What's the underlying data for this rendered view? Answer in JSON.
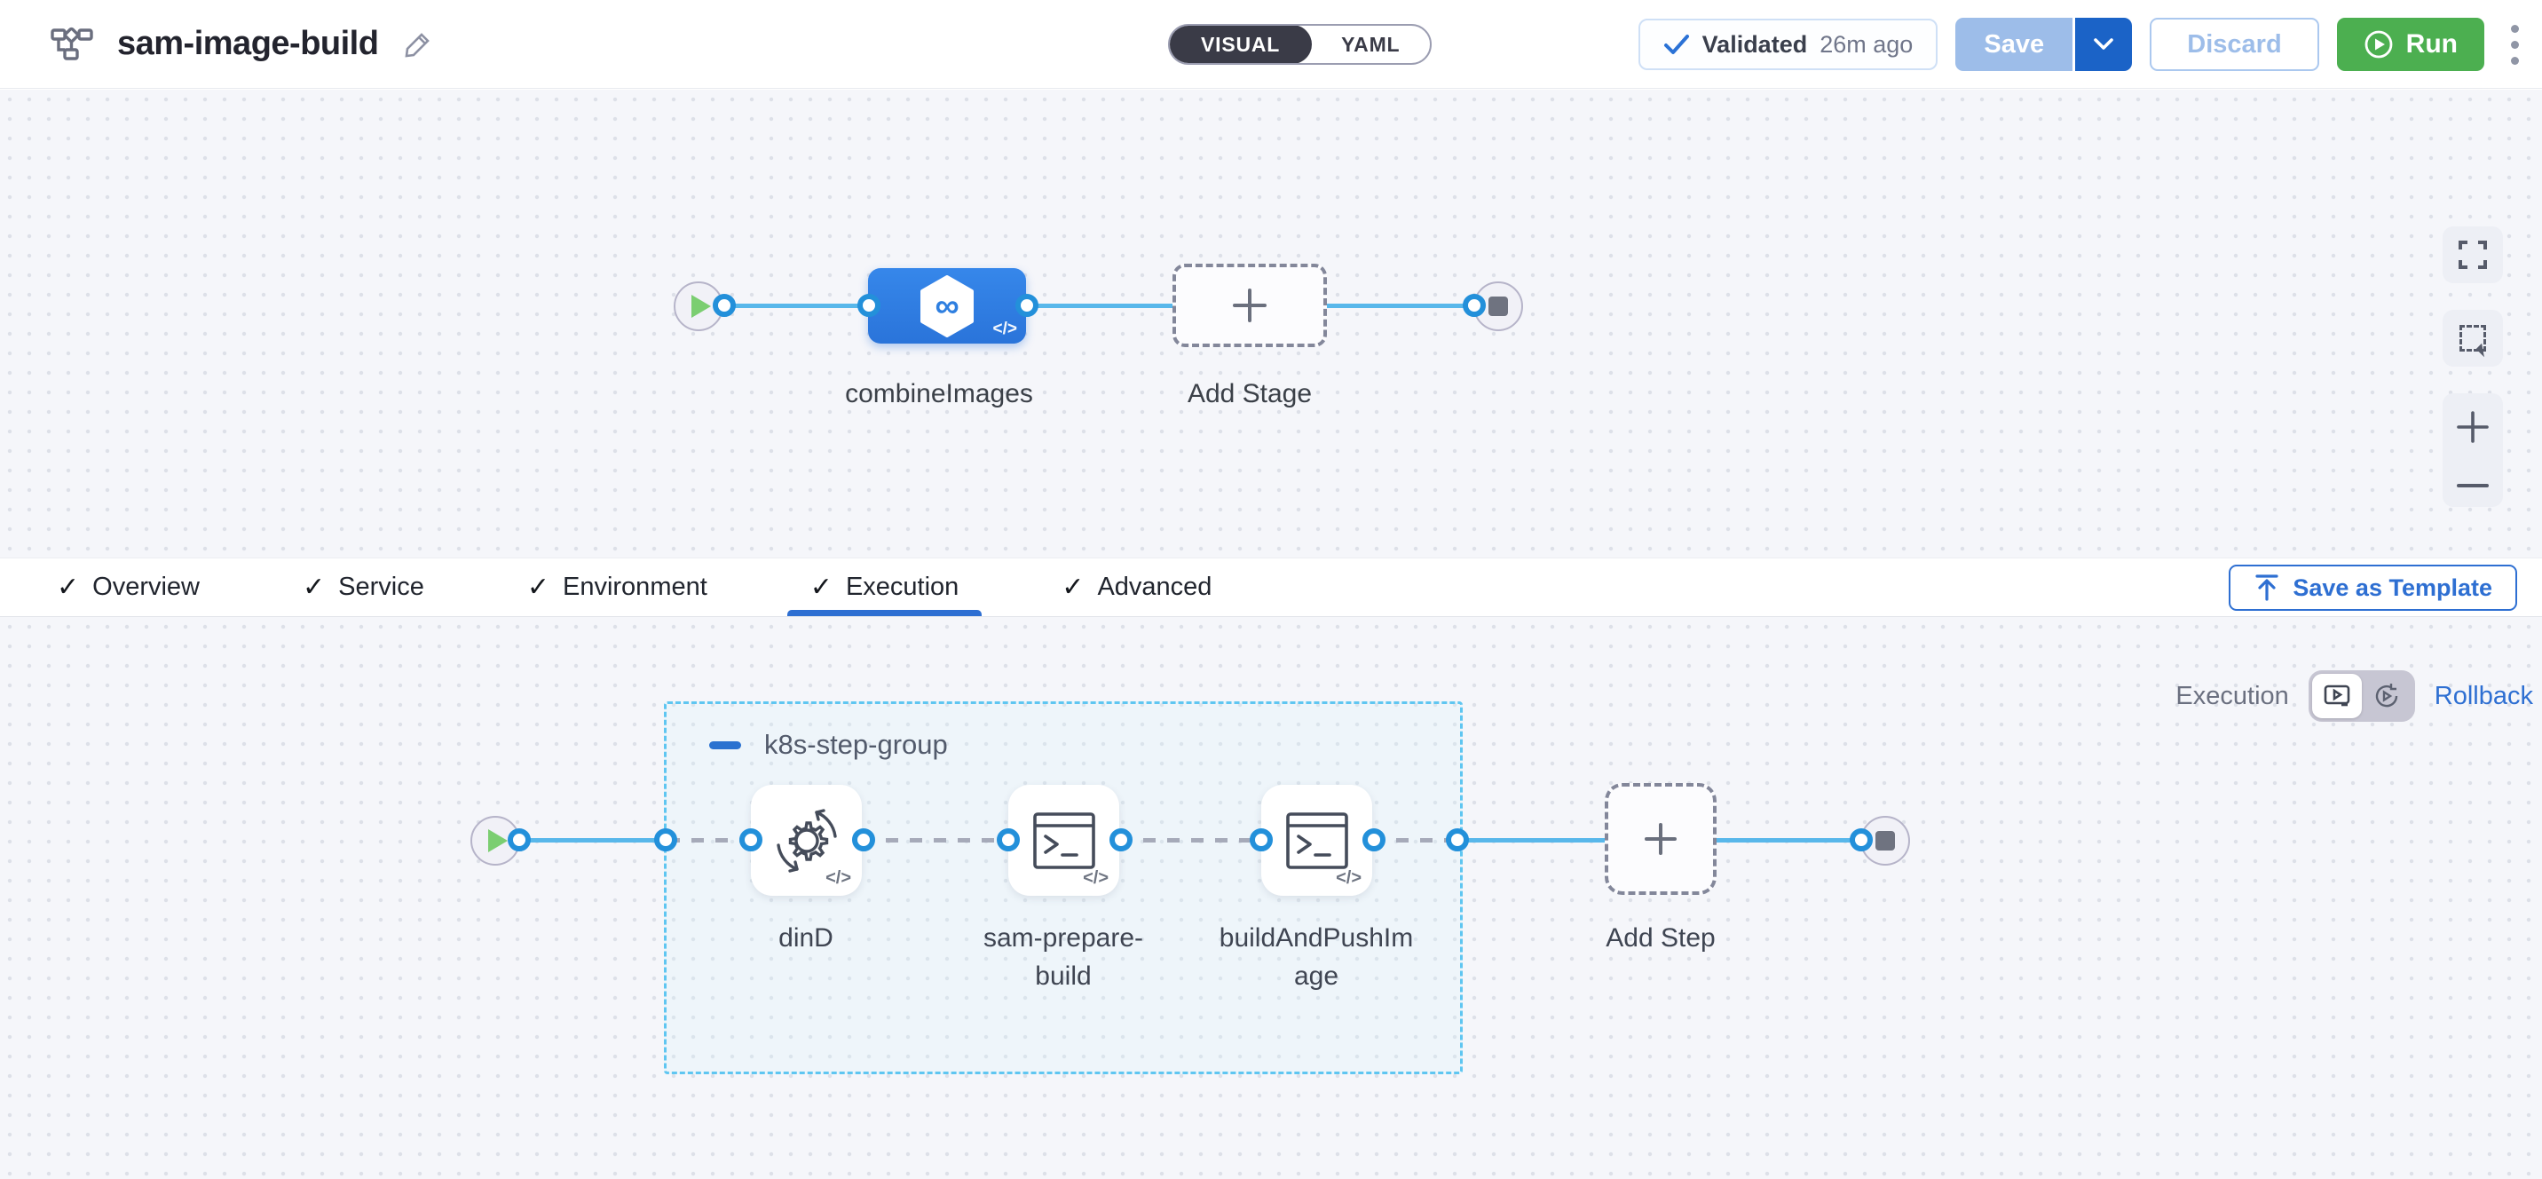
{
  "header": {
    "title": "sam-image-build",
    "view_toggle": {
      "visual": "VISUAL",
      "yaml": "YAML",
      "selected": "VISUAL"
    },
    "validated_label": "Validated",
    "validated_time": "26m ago",
    "save_label": "Save",
    "discard_label": "Discard",
    "run_label": "Run"
  },
  "stage_pipeline": {
    "stage_name": "combineImages",
    "add_stage_label": "Add Stage"
  },
  "tabs": {
    "items": [
      {
        "label": "Overview",
        "checked": true
      },
      {
        "label": "Service",
        "checked": true
      },
      {
        "label": "Environment",
        "checked": true
      },
      {
        "label": "Execution",
        "checked": true
      },
      {
        "label": "Advanced",
        "checked": true
      }
    ],
    "active": "Execution",
    "check_glyph": "✓",
    "save_as_template_label": "Save as Template"
  },
  "execution": {
    "mode_execution_label": "Execution",
    "mode_rollback_label": "Rollback",
    "group_name": "k8s-step-group",
    "steps": [
      {
        "name": "dinD",
        "icon": "gear-sync-icon"
      },
      {
        "name": "sam-prepare-build",
        "icon": "terminal-icon"
      },
      {
        "name": "buildAndPushImage",
        "icon": "terminal-icon"
      }
    ],
    "add_step_label": "Add Step",
    "code_badge": "</>",
    "infinity_glyph": "∞",
    "gear_glyph": "⚙"
  },
  "colors": {
    "accent_blue": "#2e6fd2",
    "stage_blue": "#2d7ee3",
    "edge_blue": "#58b7ea",
    "ring_blue": "#2390da",
    "run_green": "#4caf50",
    "save_disabled_blue": "#9dbde9",
    "save_caret_blue": "#1b63c7",
    "group_border_cyan": "#5fc6f1",
    "toggle_dark": "#3a3b47"
  }
}
